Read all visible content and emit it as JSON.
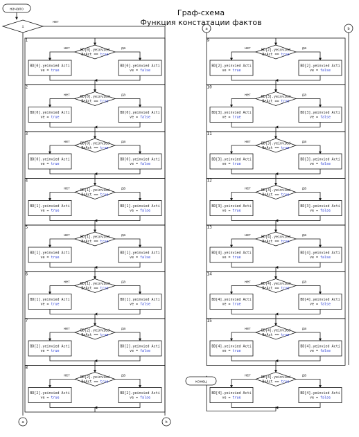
{
  "title": {
    "line1": "Граф-схема",
    "line2": "Функция констатации фактов"
  },
  "start_label": "начало",
  "end_label": "конец",
  "entry_condition_label": "i",
  "entry_no_label": "нет",
  "connectors": {
    "a": "a",
    "b": "b"
  },
  "branch_no": "нет",
  "branch_yes": "да",
  "left_column_blocks": [
    {
      "index": "1",
      "condition": "BD[0].yeinvied\nBeAct == true",
      "no_action": "BD[0].yeinvied Acti\nve = true",
      "yes_action": "BD[0].yeinvied Acti\nve = false"
    },
    {
      "index": "2",
      "condition": "BD[0].yeinvied\nBeAct == true",
      "no_action": "BD[0].yeinvied Acti\nve = true",
      "yes_action": "BD[0].yeinvied Acti\nve = false"
    },
    {
      "index": "3",
      "condition": "BD[0].yeinvied\nBeAct == true",
      "no_action": "BD[0].yeinvied Acti\nve = true",
      "yes_action": "BD[0].yeinvied Acti\nve = false"
    },
    {
      "index": "4",
      "condition": "BD[1].yeinvied\nBeAct == true",
      "no_action": "BD[1].yeinvied Acti\nve = true",
      "yes_action": "BD[1].yeinvied Acti\nve = false"
    },
    {
      "index": "5",
      "condition": "BD[1].yeinvied\nBeAct == true",
      "no_action": "BD[1].yeinvied Acti\nve = true",
      "yes_action": "BD[1].yeinvied Acti\nve = false"
    },
    {
      "index": "6",
      "condition": "BD[1].yeinvied\nBeAct == true",
      "no_action": "BD[1].yeinvied Acti\nve = true",
      "yes_action": "BD[1].yeinvied Acti\nve = false"
    },
    {
      "index": "7",
      "condition": "BD[2].yeinvied\nBeAct == true",
      "no_action": "BD[2].yeinvied Acti\nve = true",
      "yes_action": "BD[2].yeinvied Acti\nve = false"
    },
    {
      "index": "8",
      "condition": "BD[2].yeinvied\nBeAct == true",
      "no_action": "BD[2].yeinvied Acti\nve = true",
      "yes_action": "BD[2].yeinvied Acti\nve = false"
    }
  ],
  "right_column_blocks": [
    {
      "index": "9",
      "condition": "BD[2].yeinvied\nBeAct == true",
      "no_action": "BD[2].yeinvied Acti\nve = true",
      "yes_action": "BD[2].yeinvied Acti\nve = false"
    },
    {
      "index": "10",
      "condition": "BD[3].yeinvied\nBeAct == true",
      "no_action": "BD[3].yeinvied Acti\nve = true",
      "yes_action": "BD[3].yeinvied Acti\nve = false"
    },
    {
      "index": "11",
      "condition": "BD[3].yeinvied\nBeAct == true",
      "no_action": "BD[3].yeinvied Acti\nve = true",
      "yes_action": "BD[3].yeinvied Acti\nve = false"
    },
    {
      "index": "12",
      "condition": "BD[3].yeinvied\nBeAct == true",
      "no_action": "BD[3].yeinvied Acti\nve = true",
      "yes_action": "BD[3].yeinvied Acti\nve = false"
    },
    {
      "index": "13",
      "condition": "BD[4].yeinvied\nBeAct == true",
      "no_action": "BD[4].yeinvied Acti\nve = true",
      "yes_action": "BD[4].yeinvied Acti\nve = false"
    },
    {
      "index": "14",
      "condition": "BD[4].yeinvied\nBeAct == true",
      "no_action": "BD[4].yeinvied Acti\nve = true",
      "yes_action": "BD[4].yeinvied Acti\nve = false"
    },
    {
      "index": "15",
      "condition": "BD[4].yeinvied\nBeAct == true",
      "no_action": "BD[4].yeinvied Acti\nve = true",
      "yes_action": "BD[4].yeinvied Acti\nve = false"
    }
  ],
  "final_block": {
    "condition": "BD[4].yeinvied\nBeAct == true",
    "no_action": "BD[4].yeinvied Acti\nve = true",
    "yes_action": "BD[4].yeinvied Acti\nve = false"
  },
  "colors": {
    "line": "#111111",
    "keyword": "#2b3fd6",
    "text": "#222222"
  }
}
